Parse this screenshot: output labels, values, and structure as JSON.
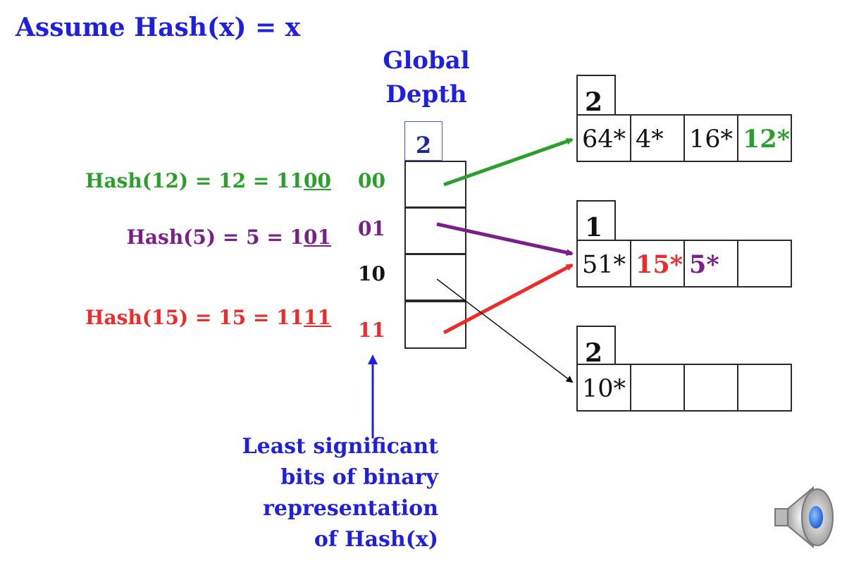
{
  "title": "Assume Hash(x) = x",
  "global_depth": {
    "label_line1": "Global",
    "label_line2": "Depth",
    "value": "2"
  },
  "directory": [
    {
      "bits": "00",
      "color": "#2aa02a"
    },
    {
      "bits": "01",
      "color": "#7a1f8a"
    },
    {
      "bits": "10",
      "color": "#111111"
    },
    {
      "bits": "11",
      "color": "#ee2a2a"
    }
  ],
  "hash_lines": [
    {
      "prefix": "Hash(12) = 12 = 11",
      "suffix": "00",
      "color": "#2aa02a"
    },
    {
      "prefix": "Hash(5) = 5 = 1",
      "suffix": "01",
      "color": "#7a1f8a"
    },
    {
      "prefix": "Hash(15) = 15 = 11",
      "suffix": "11",
      "color": "#ee2a2a"
    }
  ],
  "buckets": [
    {
      "local_depth": "2",
      "entries": [
        {
          "text": "64*",
          "color": "#111111"
        },
        {
          "text": "4*",
          "color": "#111111"
        },
        {
          "text": "16*",
          "color": "#111111"
        },
        {
          "text": "12*",
          "color": "#2aa02a"
        }
      ]
    },
    {
      "local_depth": "1",
      "entries": [
        {
          "text": "51*",
          "color": "#111111"
        },
        {
          "text": "15*",
          "color": "#ee2a2a"
        },
        {
          "text": "5*",
          "color": "#7a1f8a"
        },
        {
          "text": "",
          "color": "#111111"
        }
      ]
    },
    {
      "local_depth": "2",
      "entries": [
        {
          "text": "10*",
          "color": "#111111"
        },
        {
          "text": "",
          "color": "#111111"
        },
        {
          "text": "",
          "color": "#111111"
        },
        {
          "text": "",
          "color": "#111111"
        }
      ]
    }
  ],
  "note_lines": [
    "Least significant",
    "bits of  binary",
    "representation",
    "of Hash(x)"
  ],
  "colors": {
    "title_blue": "#1f1fe0",
    "green": "#2aa02a",
    "purple": "#7a1f8a",
    "red": "#ee2a2a"
  },
  "icons": {
    "speaker": "speaker-icon"
  }
}
